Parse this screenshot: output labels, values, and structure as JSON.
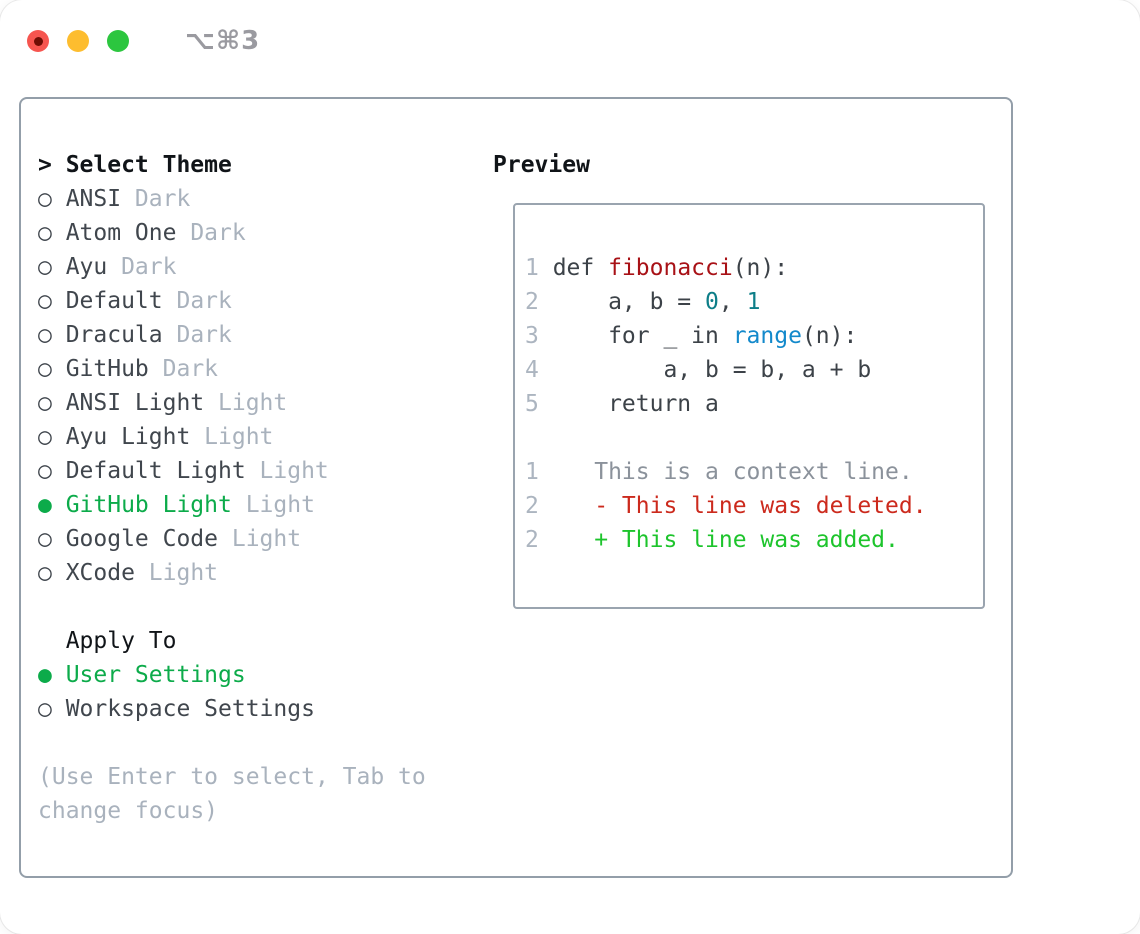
{
  "window": {
    "title": "⌥⌘3"
  },
  "ui": {
    "prompt": ">",
    "radio_on": "●",
    "radio_off": "○"
  },
  "theme_panel": {
    "heading": "Select Theme",
    "themes": [
      {
        "name": "ANSI",
        "variant": "Dark",
        "selected": false
      },
      {
        "name": "Atom One",
        "variant": "Dark",
        "selected": false
      },
      {
        "name": "Ayu",
        "variant": "Dark",
        "selected": false
      },
      {
        "name": "Default",
        "variant": "Dark",
        "selected": false
      },
      {
        "name": "Dracula",
        "variant": "Dark",
        "selected": false
      },
      {
        "name": "GitHub",
        "variant": "Dark",
        "selected": false
      },
      {
        "name": "ANSI Light",
        "variant": "Light",
        "selected": false
      },
      {
        "name": "Ayu Light",
        "variant": "Light",
        "selected": false
      },
      {
        "name": "Default Light",
        "variant": "Light",
        "selected": false
      },
      {
        "name": "GitHub Light",
        "variant": "Light",
        "selected": true
      },
      {
        "name": "Google Code",
        "variant": "Light",
        "selected": false
      },
      {
        "name": "XCode",
        "variant": "Light",
        "selected": false
      }
    ],
    "apply_heading": "Apply To",
    "apply_options": [
      {
        "label": "User Settings",
        "selected": true
      },
      {
        "label": "Workspace Settings",
        "selected": false
      }
    ],
    "hint": "(Use Enter to select, Tab to change focus)"
  },
  "preview": {
    "heading": "Preview",
    "code_lines": [
      {
        "num": "1",
        "tokens": [
          {
            "t": "def ",
            "c": "code"
          },
          {
            "t": "fibonacci",
            "c": "func"
          },
          {
            "t": "(n):",
            "c": "code"
          }
        ]
      },
      {
        "num": "2",
        "tokens": [
          {
            "t": "    a, b = ",
            "c": "code"
          },
          {
            "t": "0",
            "c": "num"
          },
          {
            "t": ", ",
            "c": "code"
          },
          {
            "t": "1",
            "c": "num"
          }
        ]
      },
      {
        "num": "3",
        "tokens": [
          {
            "t": "    for _ in ",
            "c": "code"
          },
          {
            "t": "range",
            "c": "builtin"
          },
          {
            "t": "(n):",
            "c": "code"
          }
        ]
      },
      {
        "num": "4",
        "tokens": [
          {
            "t": "        a, b = b, a + b",
            "c": "code"
          }
        ]
      },
      {
        "num": "5",
        "tokens": [
          {
            "t": "    return a",
            "c": "code"
          }
        ]
      }
    ],
    "diff_lines": [
      {
        "num": "1",
        "tokens": [
          {
            "t": "   This is a context line.",
            "c": "ctx"
          }
        ]
      },
      {
        "num": "2",
        "tokens": [
          {
            "t": "   - This line was deleted.",
            "c": "del"
          }
        ]
      },
      {
        "num": "2",
        "tokens": [
          {
            "t": "   + This line was added.",
            "c": "add"
          }
        ]
      }
    ]
  },
  "colors": {
    "selection_green": "#0cab4a",
    "diff_added_green": "#1dc42c",
    "diff_deleted_red": "#cc2a1d",
    "function_red": "#a81116",
    "number_teal": "#0d7e88",
    "builtin_blue": "#1389cb",
    "panel_border_gray": "#939ea9",
    "muted_gray": "#a9b2bd",
    "traffic_red": "#f6554f",
    "traffic_yellow": "#fdbd2f",
    "traffic_green": "#2cc63f"
  }
}
